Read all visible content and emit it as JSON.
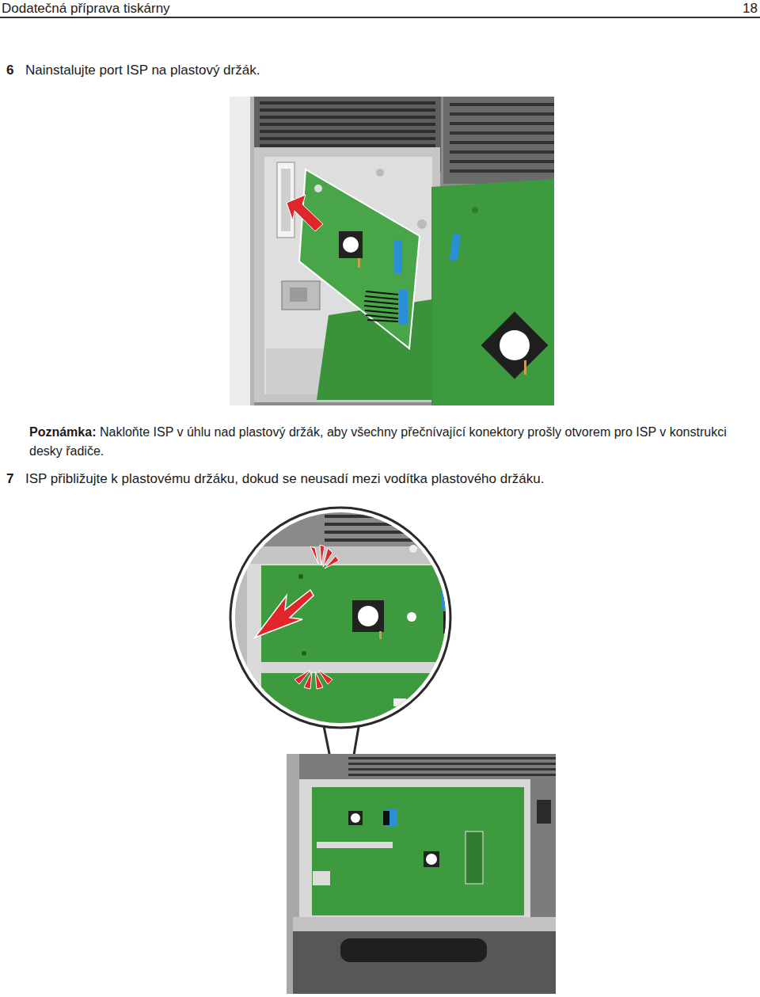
{
  "diagram": {
    "labels": [
      "Dodatečná příprava tiskárny",
      "18",
      "6",
      "Nainstalujte port ISP na plastový držák.",
      "Poznámka:",
      "Nakloňte ISP v úhlu nad plastový držák, aby všechny přečnívající konektory prošly otvorem pro ISP v konstrukci desky řadiče.",
      "7",
      "ISP přibližujte k plastovému držáku, dokud se neusadí mezi vodítka plastového držáku."
    ]
  }
}
